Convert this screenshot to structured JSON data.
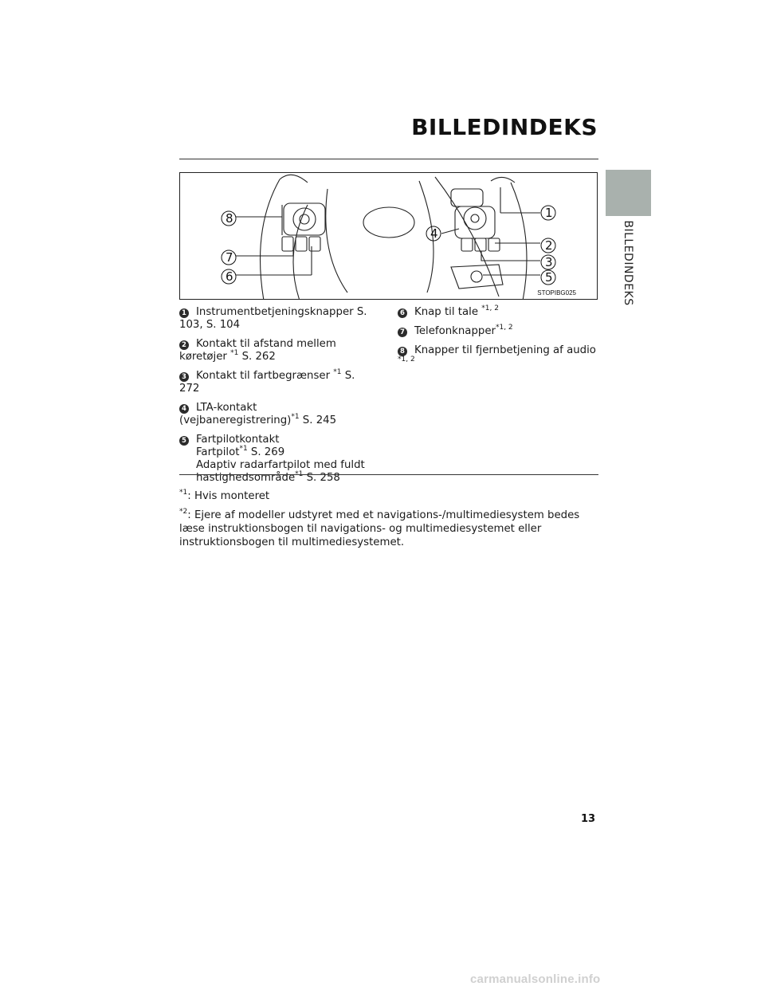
{
  "header": {
    "title": "BILLEDINDEKS",
    "side_tab_label": "BILLEDINDEKS"
  },
  "figure": {
    "code": "STOPIBG025",
    "callouts": [
      "1",
      "2",
      "3",
      "4",
      "5",
      "6",
      "7",
      "8"
    ]
  },
  "items_left": [
    {
      "num": "1",
      "text": "Instrumentbetjeningsknapper S. 103, S. 104"
    },
    {
      "num": "2",
      "text_a": "Kontakt til afstand mellem køretøjer ",
      "sup": "*1",
      "text_b": " S. 262"
    },
    {
      "num": "3",
      "text_a": "Kontakt til fartbegrænser ",
      "sup": "*1",
      "text_b": " S. 272"
    },
    {
      "num": "4",
      "text_a": "LTA-kontakt (vejbaneregistrering)",
      "sup": "*1",
      "text_b": " S. 245"
    },
    {
      "num": "5",
      "text": "Fartpilotkontakt",
      "sub1_a": "Fartpilot",
      "sub1_sup": "*1",
      "sub1_b": " S. 269",
      "sub2_a": "Adaptiv radarfartpilot med fuldt hastighedsområde",
      "sub2_sup": "*1",
      "sub2_b": " S. 258"
    }
  ],
  "items_right": [
    {
      "num": "6",
      "text": "Knap til tale ",
      "sup": "*1, 2"
    },
    {
      "num": "7",
      "text": "Telefonknapper",
      "sup": "*1, 2"
    },
    {
      "num": "8",
      "text": "Knapper til fjernbetjening af audio ",
      "sup": "*1, 2"
    }
  ],
  "footnotes": [
    {
      "mark": "*1",
      "text": ": Hvis monteret"
    },
    {
      "mark": "*2",
      "text": ": Ejere af modeller udstyret med et navigations-/multimediesystem bedes læse instruktionsbogen til navigations- og multimediesystemet eller instruktionsbogen til multimediesystemet."
    }
  ],
  "page_number": "13",
  "watermark": "carmanualsonline.info"
}
